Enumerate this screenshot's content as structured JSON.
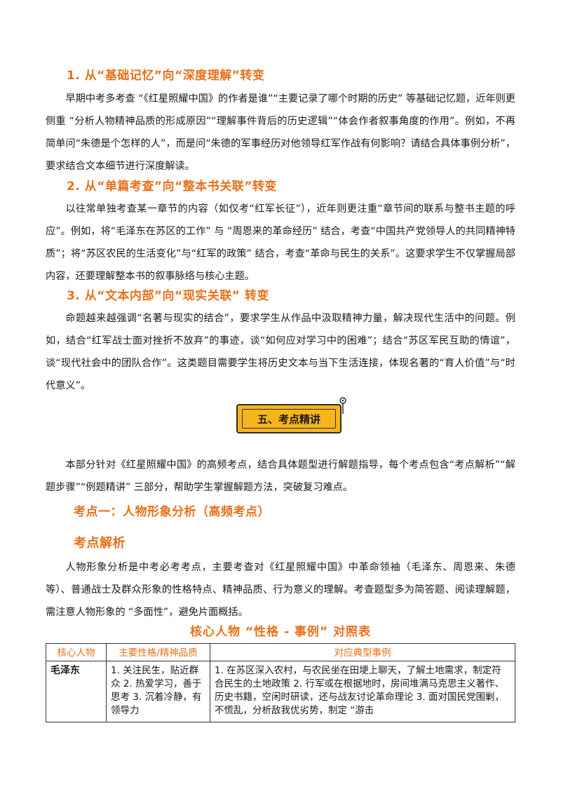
{
  "sections": {
    "s1": {
      "heading": "1. 从“基础记忆”向“深度理解”转变",
      "text": "早期中考多考查 “《红星照耀中国》的作者是谁”“主要记录了哪个时期的历史” 等基础记忆题，近年则更侧重 “分析人物精神品质的形成原因”“理解事件背后的历史逻辑”“体会作者叙事角度的作用”。例如，不再简单问“朱德是个怎样的人”，而是问“朱德的军事经历对他领导红军作战有何影响？请结合具体事例分析”，要求结合文本细节进行深度解读。"
    },
    "s2": {
      "heading": "2. 从“单篇考查”向“整本书关联”转变",
      "text": "以往常单独考查某一章节的内容（如仅考“红军长征”），近年则更注重“章节间的联系与整书主题的呼应”。例如，将“毛泽东在苏区的工作” 与 “周恩来的革命经历” 结合，考查“中国共产党领导人的共同精神特质”；将“苏区农民的生活变化”与“红军的政策” 结合，考查“革命与民生的关系”。这要求学生不仅掌握局部内容，还要理解整本书的叙事脉络与核心主题。"
    },
    "s3": {
      "heading": "3. 从“文本内部”向“现实关联” 转变",
      "text": "命题越来越强调“名著与现实的结合”，要求学生从作品中汲取精神力量，解决现代生活中的问题。例如，结合“红军战士面对挫折不放弃”的事迹，谈“如何应对学习中的困难”；结合“苏区军民互助的情谊”，谈“现代社会中的团队合作”。这类题目需要学生将历史文本与当下生活连接，体现名著的“育人价值”与“时代意义”。"
    }
  },
  "banner": {
    "label": "五、考点精讲"
  },
  "intro": "本部分针对《红星照耀中国》的高频考点，结合具体题型进行解题指导，每个考点包含“考点解析”“解题步骤”“例题精讲” 三部分，帮助学生掌握解题方法，突破复习难点。",
  "kaodian1": {
    "title": "考点一：人物形象分析（高频考点）",
    "subtitle": "考点解析",
    "text": "人物形象分析是中考必考考点，主要考查对《红星照耀中国》中革命领袖（毛泽东、周恩来、朱德等）、普通战士及群众形象的性格特点、精神品质、行为意义的理解。考查题型多为简答题、阅读理解题，需注意人物形象的 “多面性”，避免片面概括。"
  },
  "table": {
    "title": "核心人物 “性格 - 事例” 对照表",
    "headers": [
      "核心人物",
      "主要性格/精神品质",
      "对应典型事例"
    ],
    "rows": [
      {
        "name": "毛泽东",
        "traits": "1. 关注民生，贴近群众 2. 热爱学习，善于思考 3. 沉着冷静，有领导力",
        "examples": "1. 在苏区深入农村，与农民坐在田埂上聊天，了解土地需求，制定符合民生的土地政策 2. 行军或在根据地时，房间堆满马克思主义著作、历史书籍，空闲时研读，还与战友讨论革命理论 3. 面对国民党围剿，不慌乱，分析敌我优劣势，制定 “游击"
      }
    ]
  },
  "colors": {
    "accent": "#e8701a",
    "banner_fill": "#f5b51b"
  }
}
